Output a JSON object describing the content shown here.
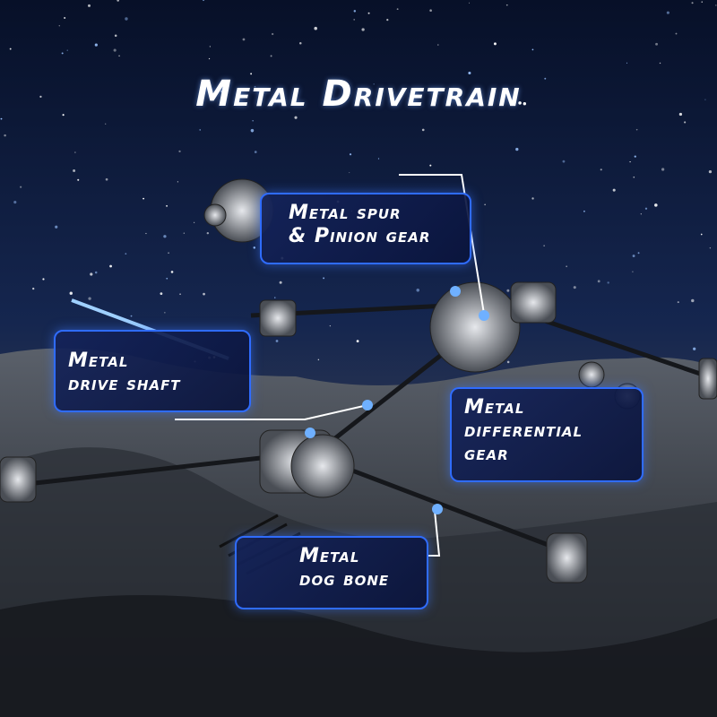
{
  "title": "Metal Drivetrain",
  "labels": {
    "spur": {
      "line1": "Metal spur",
      "line2": "& Pinion gear"
    },
    "drive_shaft": {
      "line1": "Metal",
      "line2": "drive shaft"
    },
    "differential": {
      "line1": "Metal",
      "line2": "differential",
      "line3": "gear"
    },
    "dog_bone": {
      "line1": "Metal",
      "line2": "dog bone"
    }
  },
  "colors": {
    "accent": "#2f6cff",
    "sky": "#0a1430",
    "rock": "#3a3f48"
  }
}
